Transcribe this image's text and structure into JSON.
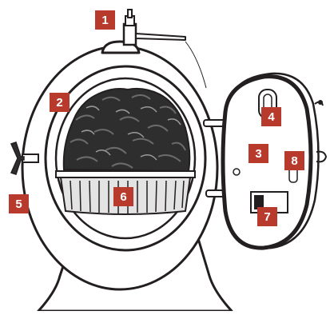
{
  "diagram": {
    "colors": {
      "badge": "#b83a2c",
      "outline": "#231f20",
      "fill": "#ffffff",
      "coal": "#2e2e2e",
      "coal_highlight": "#6b6b6b",
      "basket_fill": "#e3e3e3"
    },
    "callouts": [
      {
        "id": "1",
        "label": "1"
      },
      {
        "id": "2",
        "label": "2"
      },
      {
        "id": "3",
        "label": "3"
      },
      {
        "id": "4",
        "label": "4"
      },
      {
        "id": "5",
        "label": "5"
      },
      {
        "id": "6",
        "label": "6"
      },
      {
        "id": "7",
        "label": "7"
      },
      {
        "id": "8",
        "label": "8"
      }
    ]
  }
}
